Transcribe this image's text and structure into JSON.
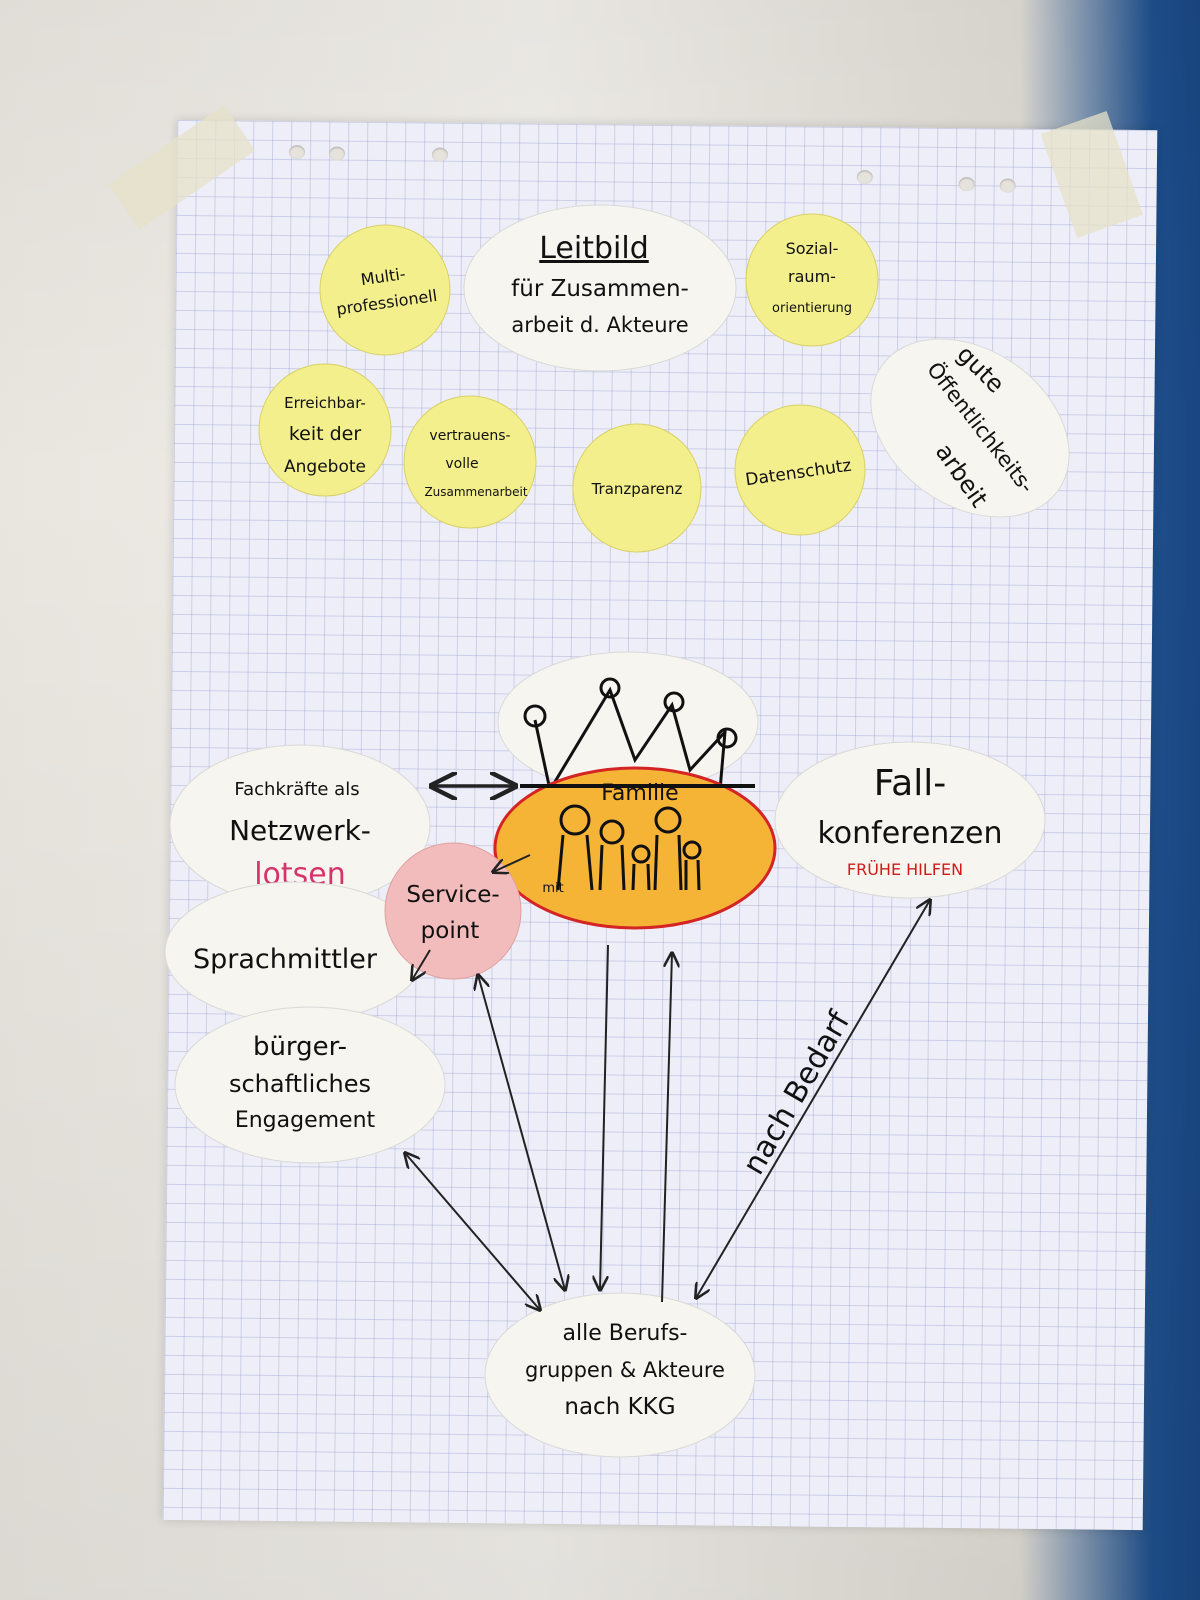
{
  "stickers_yellow": {
    "multiprofessionell": [
      "Multi-",
      "professionell"
    ],
    "sozialraum": [
      "Sozial-",
      "raum-",
      "orientierung"
    ],
    "erreichbarkeit": [
      "Erreichbar-",
      "keit der",
      "Angebote"
    ],
    "vertrauensvolle": [
      "vertrauens-",
      "volle",
      "Zusammenarbeit"
    ],
    "transparenz": "Tranzparenz",
    "datenschutz": "Datenschutz"
  },
  "leitbild": {
    "title": "Leitbild",
    "lines": [
      "für Zusammen-",
      "arbeit d. Akteure"
    ]
  },
  "oeffentlichkeit": [
    "gute",
    "Öffentlichkeits-",
    "arbeit"
  ],
  "familie": {
    "label": "Familie",
    "sublabel": "mit"
  },
  "fachkraefte": {
    "line1": "Fachkräfte als",
    "line2": "Netzwerk-",
    "line3": "lotsen"
  },
  "servicepoint": [
    "Service-",
    "point"
  ],
  "sprachmittler": "Sprachmittler",
  "engagement": [
    "bürger-",
    "schaftliches",
    "Engagement"
  ],
  "fallkonferenzen": {
    "lines": [
      "Fall-",
      "konferenzen"
    ],
    "sub": "FRÜHE HILFEN"
  },
  "akteure": [
    "alle Berufs-",
    "gruppen & Akteure",
    "nach KKG"
  ],
  "arrow_label": "nach Bedarf"
}
